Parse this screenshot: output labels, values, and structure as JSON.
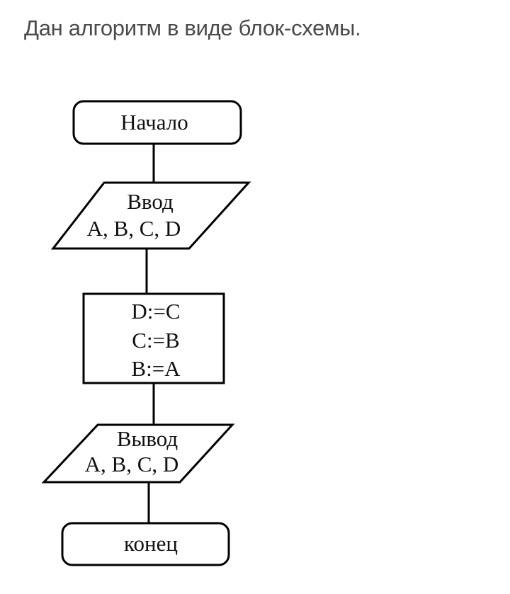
{
  "question": {
    "text": "Дан алгоритм в виде блок-схемы."
  },
  "flowchart": {
    "start": "Начало",
    "input": {
      "title": "Ввод",
      "vars": "A, B, C, D"
    },
    "process": [
      "D:=C",
      "C:=B",
      "B:=A"
    ],
    "output": {
      "title": "Вывод",
      "vars": "A, B, C, D"
    },
    "end": "конец"
  }
}
